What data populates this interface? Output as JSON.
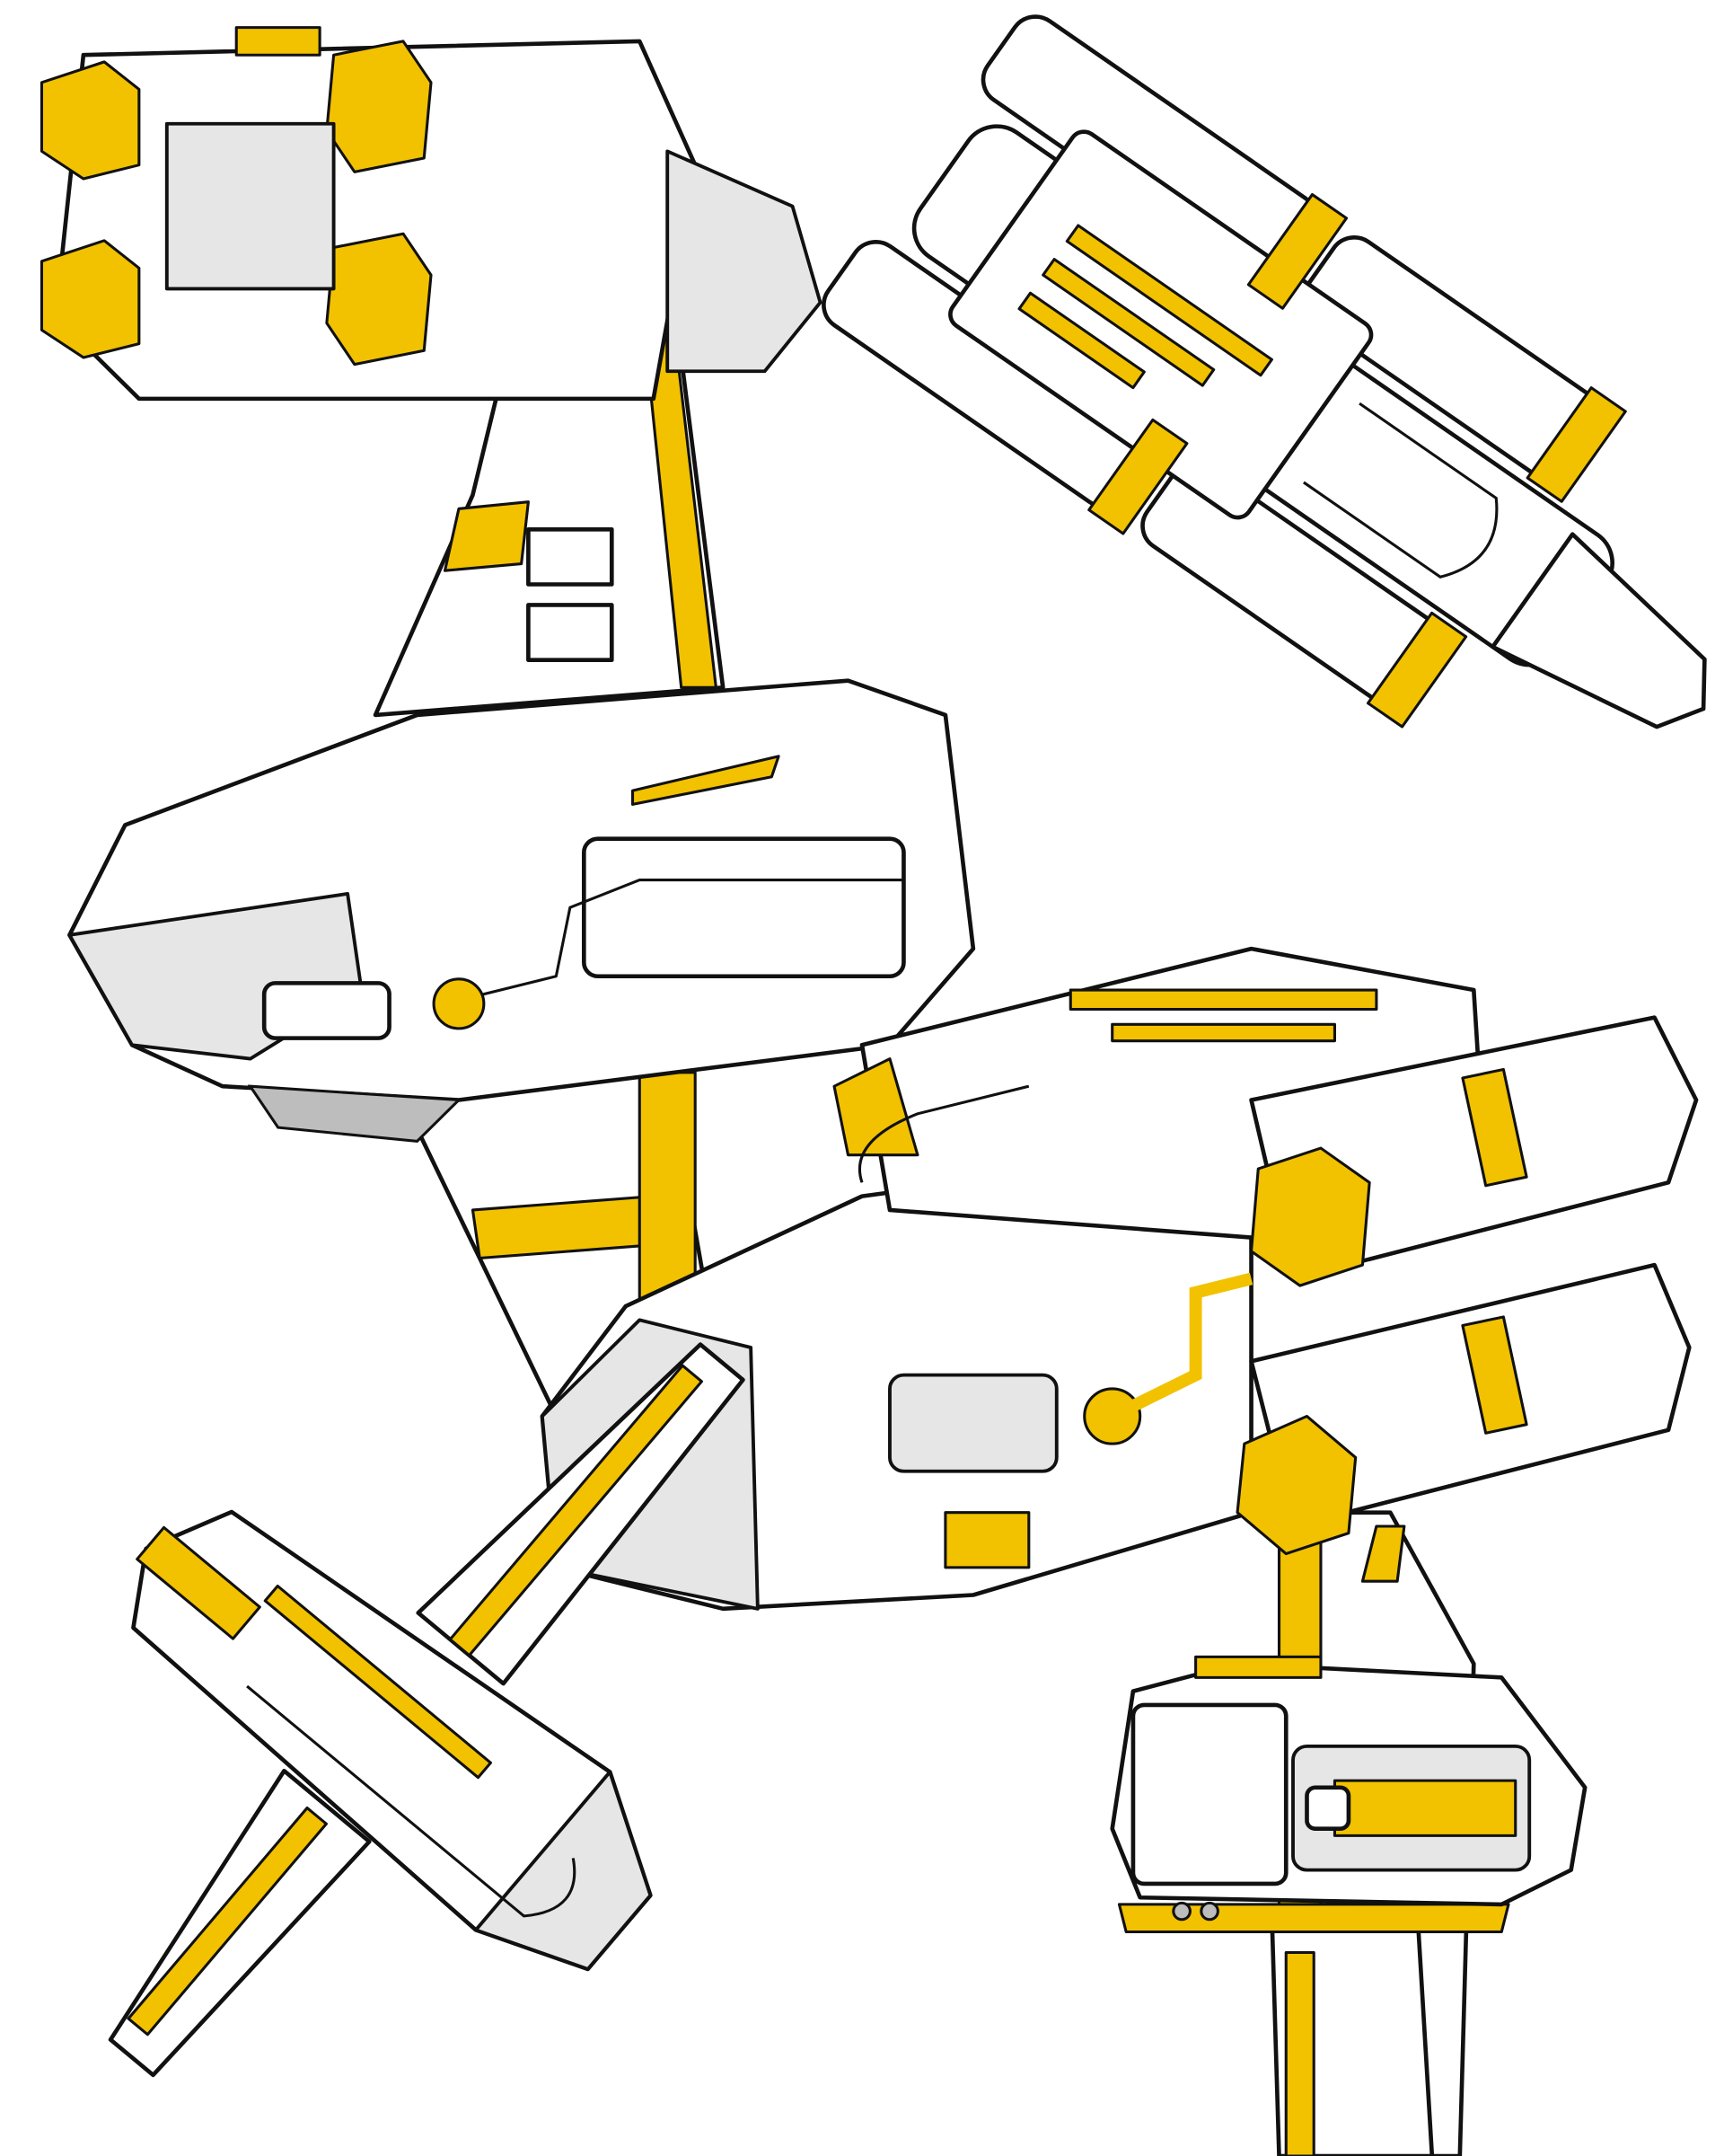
{
  "artwork": {
    "subject": "spaceship-concept-sheet",
    "views": [
      "ship-view-top-left",
      "ship-view-top-right",
      "ship-view-center-right",
      "ship-view-bottom-left",
      "ship-view-bottom-right"
    ]
  },
  "colors": {
    "background": "#ffffff",
    "hull": "#ffffff",
    "accent_yellow": "#f2c200",
    "shadow": "#bdbdbd",
    "outline": "#111111"
  }
}
